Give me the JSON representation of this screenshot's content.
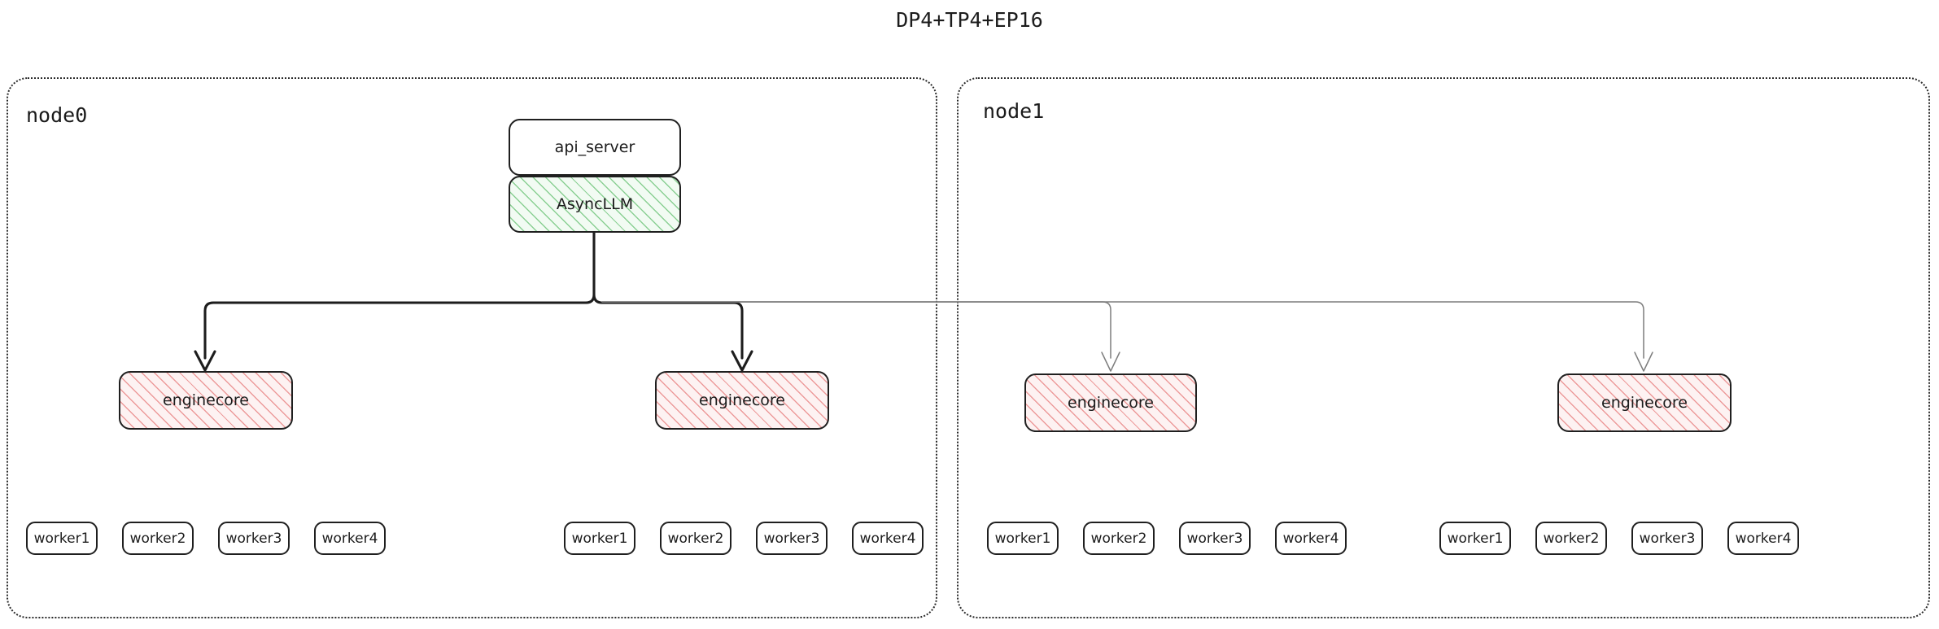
{
  "title": "DP4+TP4+EP16",
  "colors": {
    "background": "#ffffff",
    "stroke": "#1f1f1f",
    "async_hatch": "#78c882",
    "enginecore_hatch": "#e88282",
    "edge_strong": "#1d1d1d",
    "edge_weak": "#7d7d7d",
    "container_border": "#2b2b2b"
  },
  "nodes": [
    {
      "id": "node0",
      "label": "node0",
      "engines": [
        {
          "label": "enginecore",
          "workers": [
            "worker1",
            "worker2",
            "worker3",
            "worker4"
          ]
        },
        {
          "label": "enginecore",
          "workers": [
            "worker1",
            "worker2",
            "worker3",
            "worker4"
          ]
        }
      ]
    },
    {
      "id": "node1",
      "label": "node1",
      "engines": [
        {
          "label": "enginecore",
          "workers": [
            "worker1",
            "worker2",
            "worker3",
            "worker4"
          ]
        },
        {
          "label": "enginecore",
          "workers": [
            "worker1",
            "worker2",
            "worker3",
            "worker4"
          ]
        }
      ]
    }
  ],
  "frontend": {
    "api_server": "api_server",
    "async_llm": "AsyncLLM"
  }
}
